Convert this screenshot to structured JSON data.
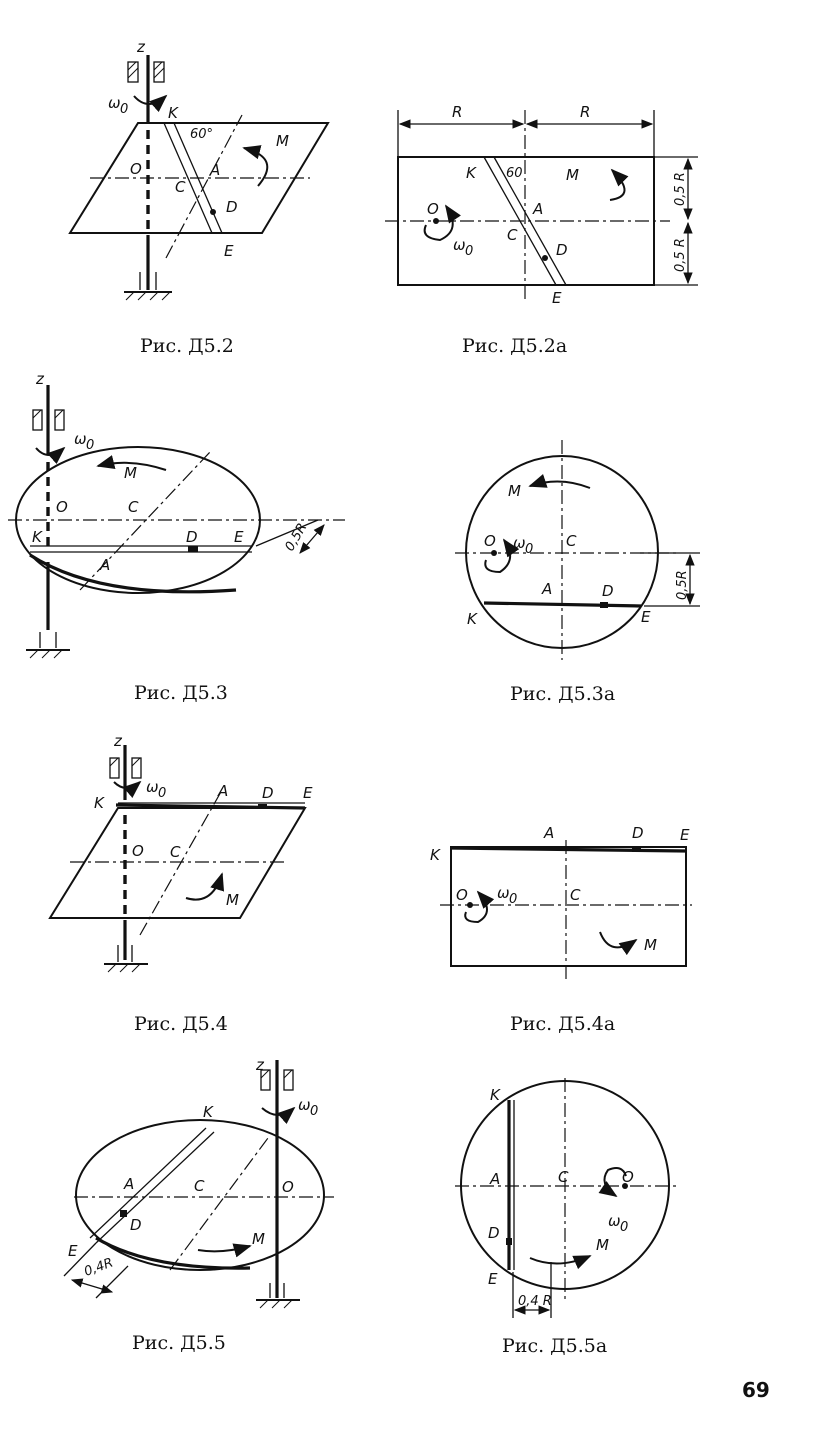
{
  "labels": {
    "z": "z",
    "omega0": "ω",
    "omega_sub": "0",
    "K": "K",
    "A": "A",
    "C": "C",
    "D": "D",
    "E": "E",
    "O": "O",
    "M": "M",
    "R": "R",
    "angle60deg": "60°",
    "angle60": "60",
    "half_R": "0,5 R",
    "half_R_short": "0,5R",
    "frac_R": "0,4R",
    "frac_R_b": "0,4 R"
  },
  "captions": {
    "fig2": "Рис.  Д5.2",
    "fig2a": "Рис.  Д5.2а",
    "fig3": "Рис.  Д5.3",
    "fig3a": "Рис.  Д5.3а",
    "fig4": "Рис.  Д5.4",
    "fig4a": "Рис.  Д5.4а",
    "fig5": "Рис.  Д5.5",
    "fig5a": "Рис.  Д5.5а"
  },
  "page_number": "69"
}
